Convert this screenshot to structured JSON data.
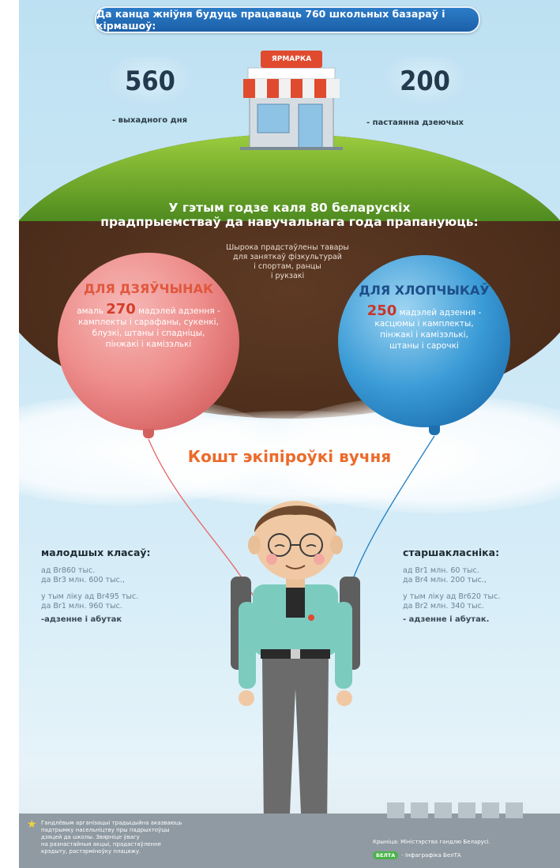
{
  "header": {
    "title": "Да канца жніўня будуць працаваць 760 школьных базараў і кірмашоў:"
  },
  "fair": {
    "sign": "ЯРМАРКА",
    "left_number": "560",
    "left_caption": "- выхадного дня",
    "right_number": "200",
    "right_caption": "- пастаянна дзеючых"
  },
  "hill": {
    "title_line1": "У гэтым годзе каля 80 беларускіх",
    "title_line2": "прадпрыемстваў да навучальнага года прапануюць:",
    "note": [
      "Шырока прадстаўлены тавары",
      "для заняткаў фізкультурай",
      "і спортам, ранцы",
      "і рукзакі"
    ]
  },
  "girls": {
    "title": "ДЛЯ ДЗЯЎЧЫНАК",
    "prefix": "амаль",
    "number": "270",
    "suffix": "мадэлей адзення -",
    "lines": [
      "камплекты і сарафаны, сукенкі,",
      "блузкі, штаны і спадніцы,",
      "пінжакі і камізэлькі"
    ]
  },
  "boys": {
    "title": "ДЛЯ ХЛОПЧЫКАЎ",
    "number": "250",
    "suffix": "мадэлей адзення -",
    "lines": [
      "касцюмы і камплекты,",
      "пінжакі і камізэлькі,",
      "штаны і сарочкі"
    ]
  },
  "cost": {
    "title": "Кошт экіпіроўкі вучня"
  },
  "junior": {
    "heading": "малодшых класаў:",
    "range_line1": "ад Br860 тыс.",
    "range_line2": "да Br3 млн. 600 тыс.,",
    "incl_line1": "у тым ліку ад Br495 тыс.",
    "incl_line2": "да Br1 млн. 960 тыс.",
    "incl_line3": "-адзенне і абутак"
  },
  "senior": {
    "heading": "старшакласніка:",
    "range_line1": "ад Br1 млн. 60 тыс.",
    "range_line2": "да Br4 млн. 200 тыс.,",
    "incl_line1": "у тым ліку ад Br620 тыс.",
    "incl_line2": "да Br2 млн. 340 тыс.",
    "incl_line3": "- адзенне і абутак."
  },
  "footer": {
    "note": [
      "Гандлёвым арганізацыі традыцыйна аказваюць",
      "падтрымку насельніцтву пры падрыхтоўцы",
      "дзяцей да школы. Звярніце ўвагу",
      "на разнастайныя акцыі, прадастаўленне",
      "крэдыту, растэрміноўку плацяжу."
    ],
    "source": "Крыніца: Міністэрства гандлю Беларусі.",
    "badge": "БЕЛТА",
    "credit": "- Інфаграфіка БелТА"
  },
  "colors": {
    "orange": "#ec6a2b",
    "pink_title": "#e0583e",
    "blue_title": "#1d4f8a"
  }
}
